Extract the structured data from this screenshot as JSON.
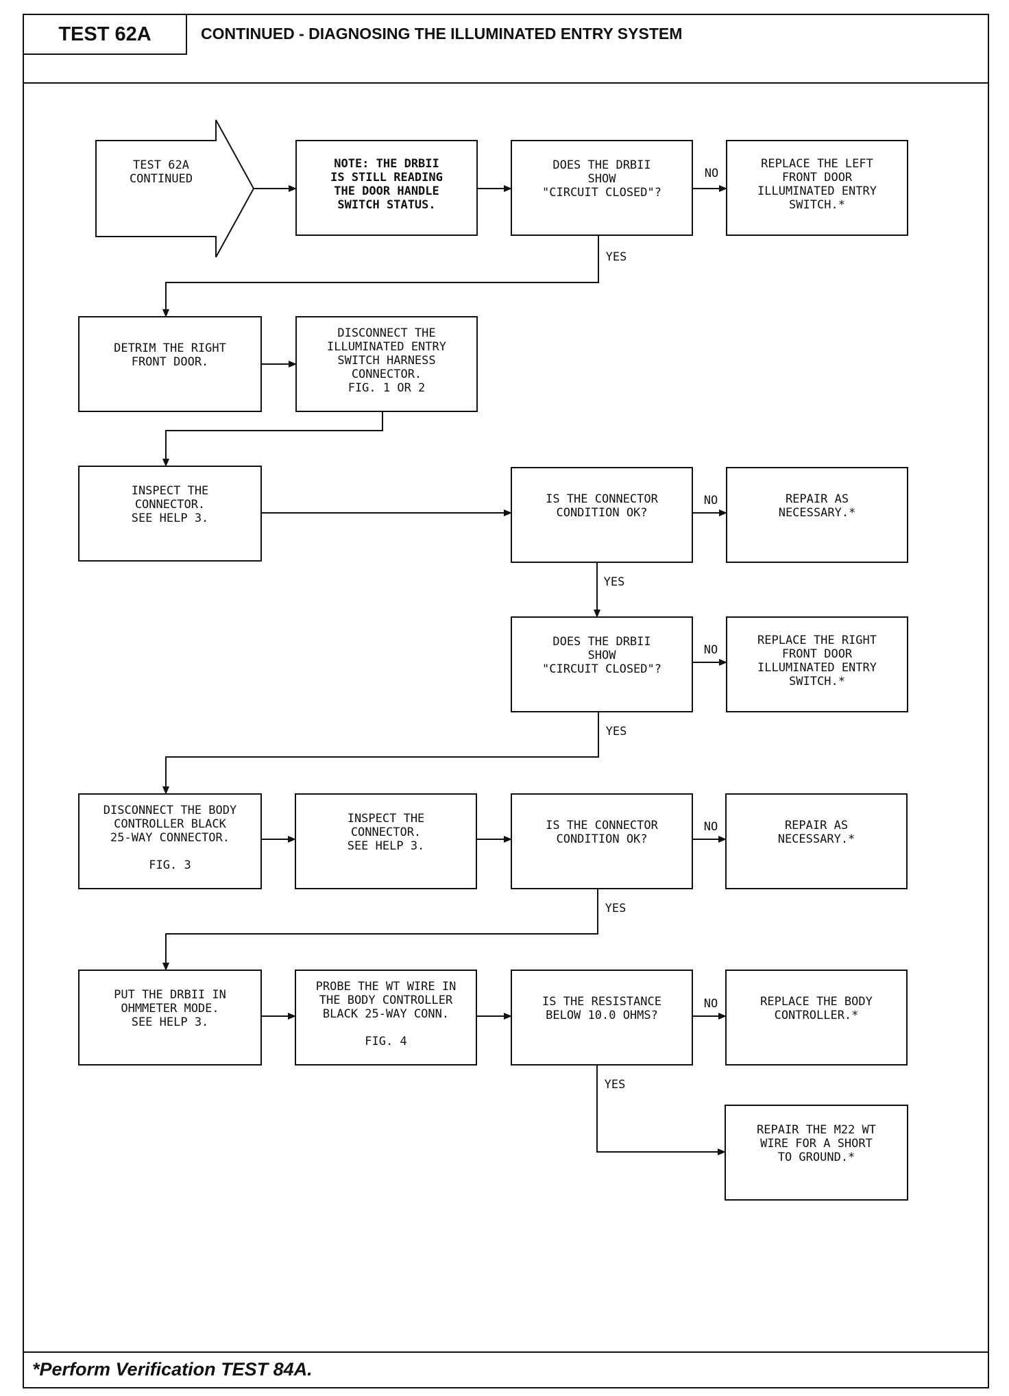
{
  "header": {
    "test_id": "TEST 62A",
    "title": "CONTINUED - DIAGNOSING THE ILLUMINATED ENTRY SYSTEM"
  },
  "footer": {
    "note": "*Perform Verification TEST 84A."
  },
  "nodes": [
    {
      "id": "n_start",
      "shape": "arrow",
      "lines": [
        "TEST 62A",
        "CONTINUED"
      ]
    },
    {
      "id": "n_note",
      "shape": "box",
      "bold": true,
      "lines": [
        "NOTE:  THE DRBII",
        "IS STILL READING",
        "THE DOOR HANDLE",
        "SWITCH STATUS."
      ]
    },
    {
      "id": "n_q1",
      "shape": "box",
      "lines": [
        "DOES THE DRBII",
        "SHOW",
        "\"CIRCUIT CLOSED\"?"
      ]
    },
    {
      "id": "n_r1",
      "shape": "box",
      "lines": [
        "REPLACE THE LEFT",
        "FRONT DOOR",
        "ILLUMINATED ENTRY",
        "SWITCH.*"
      ]
    },
    {
      "id": "n_detrim",
      "shape": "box",
      "lines": [
        "DETRIM THE RIGHT",
        "FRONT DOOR."
      ]
    },
    {
      "id": "n_disc1",
      "shape": "box",
      "lines": [
        "DISCONNECT THE",
        "ILLUMINATED ENTRY",
        "SWITCH HARNESS",
        "CONNECTOR.",
        "FIG. 1 OR 2"
      ]
    },
    {
      "id": "n_insp1",
      "shape": "box",
      "lines": [
        "INSPECT THE",
        "CONNECTOR.",
        "SEE HELP 3."
      ]
    },
    {
      "id": "n_q2",
      "shape": "box",
      "lines": [
        "IS THE CONNECTOR",
        "CONDITION OK?"
      ]
    },
    {
      "id": "n_r2",
      "shape": "box",
      "lines": [
        "REPAIR AS",
        "NECESSARY.*"
      ]
    },
    {
      "id": "n_q3",
      "shape": "box",
      "lines": [
        "DOES THE DRBII",
        "SHOW",
        "\"CIRCUIT CLOSED\"?"
      ]
    },
    {
      "id": "n_r3",
      "shape": "box",
      "lines": [
        "REPLACE THE RIGHT",
        "FRONT DOOR",
        "ILLUMINATED ENTRY",
        "SWITCH.*"
      ]
    },
    {
      "id": "n_disc2",
      "shape": "box",
      "lines": [
        "DISCONNECT THE BODY",
        "CONTROLLER BLACK",
        "25-WAY CONNECTOR.",
        "",
        "FIG. 3"
      ]
    },
    {
      "id": "n_insp2",
      "shape": "box",
      "lines": [
        "INSPECT THE",
        "CONNECTOR.",
        "SEE HELP 3."
      ]
    },
    {
      "id": "n_q4",
      "shape": "box",
      "lines": [
        "IS THE CONNECTOR",
        "CONDITION OK?"
      ]
    },
    {
      "id": "n_r4",
      "shape": "box",
      "lines": [
        "REPAIR AS",
        "NECESSARY.*"
      ]
    },
    {
      "id": "n_ohm",
      "shape": "box",
      "lines": [
        "PUT THE DRBII IN",
        "OHMMETER MODE.",
        "SEE HELP 3."
      ]
    },
    {
      "id": "n_probe",
      "shape": "box",
      "lines": [
        "PROBE THE WT WIRE IN",
        "THE BODY CONTROLLER",
        "BLACK 25-WAY CONN.",
        "",
        "FIG. 4"
      ]
    },
    {
      "id": "n_q5",
      "shape": "box",
      "lines": [
        "IS THE RESISTANCE",
        "BELOW 10.0 OHMS?"
      ]
    },
    {
      "id": "n_r5",
      "shape": "box",
      "lines": [
        "REPLACE THE BODY",
        "CONTROLLER.*"
      ]
    },
    {
      "id": "n_r6",
      "shape": "box",
      "lines": [
        "REPAIR THE M22 WT",
        "WIRE FOR A SHORT",
        "TO GROUND.*"
      ]
    }
  ],
  "edges": [
    {
      "from": "n_start",
      "to": "n_note",
      "label": ""
    },
    {
      "from": "n_note",
      "to": "n_q1",
      "label": ""
    },
    {
      "from": "n_q1",
      "to": "n_r1",
      "label": "NO"
    },
    {
      "from": "n_q1",
      "to": "n_detrim",
      "label": "YES"
    },
    {
      "from": "n_detrim",
      "to": "n_disc1",
      "label": ""
    },
    {
      "from": "n_disc1",
      "to": "n_insp1",
      "label": ""
    },
    {
      "from": "n_insp1",
      "to": "n_q2",
      "label": ""
    },
    {
      "from": "n_q2",
      "to": "n_r2",
      "label": "NO"
    },
    {
      "from": "n_q2",
      "to": "n_q3",
      "label": "YES"
    },
    {
      "from": "n_q3",
      "to": "n_r3",
      "label": "NO"
    },
    {
      "from": "n_q3",
      "to": "n_disc2",
      "label": "YES"
    },
    {
      "from": "n_disc2",
      "to": "n_insp2",
      "label": ""
    },
    {
      "from": "n_insp2",
      "to": "n_q4",
      "label": ""
    },
    {
      "from": "n_q4",
      "to": "n_r4",
      "label": "NO"
    },
    {
      "from": "n_q4",
      "to": "n_ohm",
      "label": "YES"
    },
    {
      "from": "n_ohm",
      "to": "n_probe",
      "label": ""
    },
    {
      "from": "n_probe",
      "to": "n_q5",
      "label": ""
    },
    {
      "from": "n_q5",
      "to": "n_r5",
      "label": "NO"
    },
    {
      "from": "n_q5",
      "to": "n_r6",
      "label": "YES"
    }
  ]
}
